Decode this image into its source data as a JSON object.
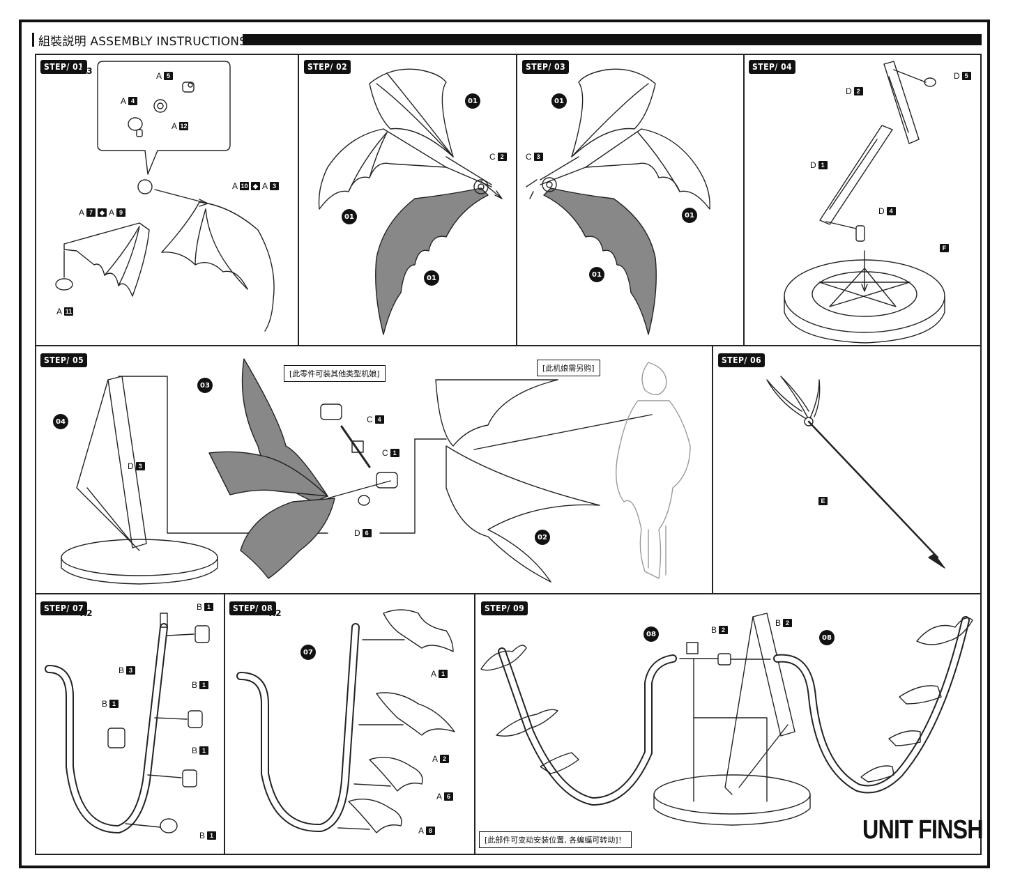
{
  "header": {
    "title": "組裝説明 ASSEMBLY INSTRUCTIONS"
  },
  "steps": [
    {
      "label": "STEP/ 01",
      "multiplier": "X3"
    },
    {
      "label": "STEP/ 02",
      "multiplier": ""
    },
    {
      "label": "STEP/ 03",
      "multiplier": ""
    },
    {
      "label": "STEP/ 04",
      "multiplier": ""
    },
    {
      "label": "STEP/ 05",
      "multiplier": ""
    },
    {
      "label": "STEP/ 06",
      "multiplier": ""
    },
    {
      "label": "STEP/ 07",
      "multiplier": "X2"
    },
    {
      "label": "STEP/ 08",
      "multiplier": "X2"
    },
    {
      "label": "STEP/ 09",
      "multiplier": ""
    }
  ],
  "step01_parts": [
    {
      "letter": "A",
      "num": "5"
    },
    {
      "letter": "A",
      "num": "4"
    },
    {
      "letter": "A",
      "num": "12"
    },
    {
      "letter": "A",
      "num": "10"
    },
    {
      "letter": "A",
      "num": "3"
    },
    {
      "letter": "A",
      "num": "7"
    },
    {
      "letter": "A",
      "num": "9"
    },
    {
      "letter": "A",
      "num": "11"
    }
  ],
  "step02": {
    "part": {
      "letter": "C",
      "num": "2"
    },
    "badges": [
      "01",
      "01",
      "01"
    ]
  },
  "step03": {
    "part": {
      "letter": "C",
      "num": "3"
    },
    "badges": [
      "01",
      "01",
      "01"
    ]
  },
  "step04": {
    "parts": [
      {
        "letter": "D",
        "num": "5"
      },
      {
        "letter": "D",
        "num": "2"
      },
      {
        "letter": "D",
        "num": "1"
      },
      {
        "letter": "D",
        "num": "4"
      },
      {
        "letter": "F",
        "num": ""
      }
    ]
  },
  "step05": {
    "notes": [
      "[此零件可装其他类型机娘]",
      "[此机娘需另购]"
    ],
    "parts": [
      {
        "letter": "C",
        "num": "4"
      },
      {
        "letter": "C",
        "num": "1"
      },
      {
        "letter": "D",
        "num": "3"
      },
      {
        "letter": "D",
        "num": "6"
      }
    ],
    "badges": [
      "03",
      "04",
      "02"
    ]
  },
  "step06": {
    "part": {
      "letter": "E",
      "num": ""
    }
  },
  "step07": {
    "parts": [
      {
        "letter": "B",
        "num": "1"
      },
      {
        "letter": "B",
        "num": "3"
      },
      {
        "letter": "B",
        "num": "1"
      },
      {
        "letter": "B",
        "num": "1"
      },
      {
        "letter": "B",
        "num": "1"
      },
      {
        "letter": "B",
        "num": "1"
      }
    ]
  },
  "step08": {
    "parts": [
      {
        "letter": "A",
        "num": "1"
      },
      {
        "letter": "A",
        "num": "2"
      },
      {
        "letter": "A",
        "num": "6"
      },
      {
        "letter": "A",
        "num": "8"
      }
    ],
    "badge": "07"
  },
  "step09": {
    "parts": [
      {
        "letter": "B",
        "num": "2"
      },
      {
        "letter": "B",
        "num": "2"
      }
    ],
    "badges": [
      "08",
      "08"
    ],
    "note": "[此部件可变动安装位置, 各蝙蝠可转动]！",
    "finish": "UNIT FINSH"
  }
}
